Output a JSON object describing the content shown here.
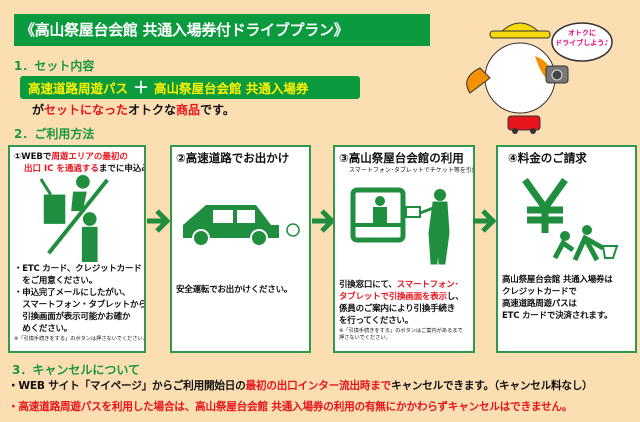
{
  "title": "《高山祭屋台会館 共通入場券付ドライブプラン》",
  "mascot": {
    "bubble_line1": "オトクに",
    "bubble_line2": "ドライブしよう♪"
  },
  "section1": {
    "heading": "1．セット内容",
    "pill_left": "高速道路周遊パス",
    "pill_plus": "＋",
    "pill_right": "高山祭屋台会館 共通入場券",
    "desc_pre": "が",
    "desc_red1": "セットになった",
    "desc_mid": "オトクな",
    "desc_red2": "商品",
    "desc_post": "です。"
  },
  "section2": {
    "heading": "2．ご利用方法",
    "step1": {
      "h_pre": "①WEBで",
      "h_red": "周遊エリアの最初の",
      "h_red2": "出口 IC を通過する",
      "h_post": "までに申込み",
      "b1": "・ETC カード、クレジットカード",
      "b1b": "　をご用意ください。",
      "b2": "・申込完了メールにしたがい、",
      "b2b": "　スマートフォン・タブレットから",
      "b2c": "　引換画面が表示可能かお確か",
      "b2d": "　めください。",
      "note": "※「引換手続きをする」のボタンは押さないでください。"
    },
    "step2": {
      "h": "②高速道路でお出かけ",
      "t": "安全運転でお出かけください。"
    },
    "step3": {
      "h": "③高山祭屋台会館の利用",
      "sub": "スマートフォン･タブレットでチケット等を引換え",
      "t1": "引換窓口にて、",
      "t1r": "スマートフォン･",
      "t2r": "タブレットで引換画面を表示",
      "t2": "し、",
      "t3": "係員のご案内により引換手続き",
      "t4": "を行ってください。",
      "note1": "※「引換手続きをする」のボタンはご案内があるまで",
      "note2": "押さないでください。"
    },
    "step4": {
      "h": "④料金のご請求",
      "t1": "高山祭屋台会館 共通入場券は",
      "t2": "クレジットカードで",
      "t3": "高速道路周遊パスは",
      "t4": "ETC カードで決済されます。"
    }
  },
  "section3": {
    "heading": "3．キャンセルについて",
    "l1_pre": "・WEB サイト「マイページ」からご利用開始日の",
    "l1_red": "最初の出口インター流出時まで",
    "l1_post": "キャンセルできます。（キャンセル料なし）",
    "l2": "・高速道路周遊パスを利用した場合は、高山祭屋台会館 共通入場券の利用の有無にかかわらずキャンセルはできません。"
  },
  "colors": {
    "green": "#0b9a3d",
    "red": "#e8141d",
    "background": "#fbdfb2",
    "yellow": "#fff200"
  }
}
